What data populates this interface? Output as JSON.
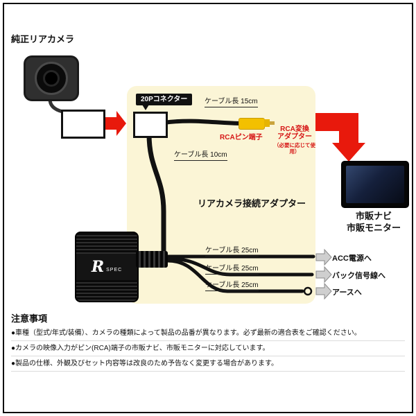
{
  "camera": {
    "label": "純正リアカメラ"
  },
  "panel": {
    "connector_tag": "20Pコネクター",
    "cable_15": "ケーブル長 15cm",
    "cable_10": "ケーブル長 10cm",
    "cable_25_a": "ケーブル長 25cm",
    "cable_25_b": "ケーブル長 25cm",
    "cable_25_c": "ケーブル長 25cm",
    "rca_pin": "RCAピン端子",
    "rca_adapter_1": "RCA変換",
    "rca_adapter_2": "アダプター",
    "rca_adapter_note": "（必要に応じて使用）",
    "title": "リアカメラ接続アダプター"
  },
  "adapter": {
    "logo_r": "R",
    "logo_spec": "SPEC"
  },
  "destinations": [
    {
      "label": "ACC電源へ"
    },
    {
      "label": "バック信号線へ"
    },
    {
      "label": "アースへ"
    }
  ],
  "monitor": {
    "line1": "市販ナビ",
    "line2": "市販モニター"
  },
  "notes": {
    "title": "注意事項",
    "items": [
      "●車種（型式/年式/装備）、カメラの種類によって製品の品番が異なります。必ず最新の適合表をご確認ください。",
      "●カメラの映像入力がピン(RCA)端子の市販ナビ、市販モニターに対応しています。",
      "●製品の仕様、外観及びセット内容等は改良のため予告なく変更する場合があります。"
    ]
  },
  "colors": {
    "accent_red": "#e8190c",
    "panel_bg": "#fbf5d6",
    "note_red": "#d61515"
  }
}
